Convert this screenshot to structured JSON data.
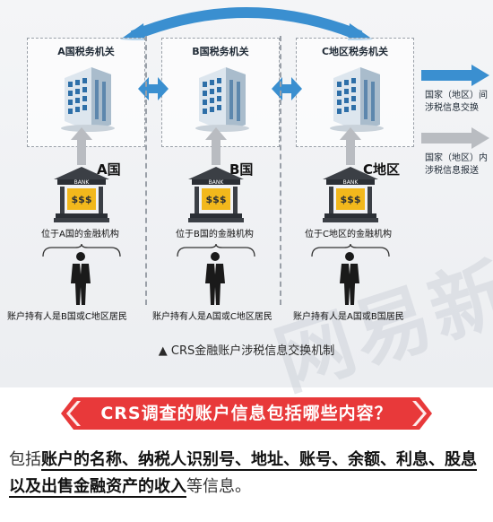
{
  "authorities": {
    "a": "A国税务机关",
    "b": "B国税务机关",
    "c": "C地区税务机关"
  },
  "regions": {
    "a": "A国",
    "b": "B国",
    "c": "C地区"
  },
  "bank": {
    "sign": "BANK",
    "money": "$$$"
  },
  "institutions": {
    "a": "位于A国的金融机构",
    "b": "位于B国的金融机构",
    "c": "位于C地区的金融机构"
  },
  "holders": {
    "a": "账户持有人是B国或C地区居民",
    "b": "账户持有人是A国或C地区居民",
    "c": "账户持有人是A国或B国居民"
  },
  "legend": {
    "exchange_line1": "国家（地区）间",
    "exchange_line2": "涉税信息交换",
    "report_line1": "国家（地区）内",
    "report_line2": "涉税信息报送"
  },
  "caption": "▲ CRS金融账户涉税信息交换机制",
  "watermark": "网易新闻",
  "banner": {
    "title": "CRS调查的账户信息包括哪些内容？"
  },
  "summary": {
    "prefix": "包括",
    "items": "账户的名称、纳税人识别号、地址、账号、余额、利息、股息以及出售金融资产的收入",
    "suffix": "等信息。"
  },
  "colors": {
    "exchange_arrow": "#3a8fd0",
    "report_arrow": "#b9bcc1",
    "banner": "#e8393a",
    "bank_gold": "#f2b81c"
  }
}
